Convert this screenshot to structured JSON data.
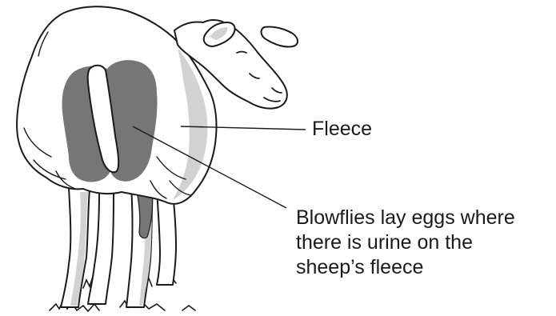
{
  "labels": {
    "fleece": "Fleece",
    "blowfly_lines": [
      "Blowflies lay eggs where",
      "there is urine on the",
      "sheep’s fleece"
    ]
  },
  "colors": {
    "outline": "#1a1a1a",
    "fleece": "#ffffff",
    "fleece_shade": "#d2d2d2",
    "urine_stain": "#767676"
  }
}
